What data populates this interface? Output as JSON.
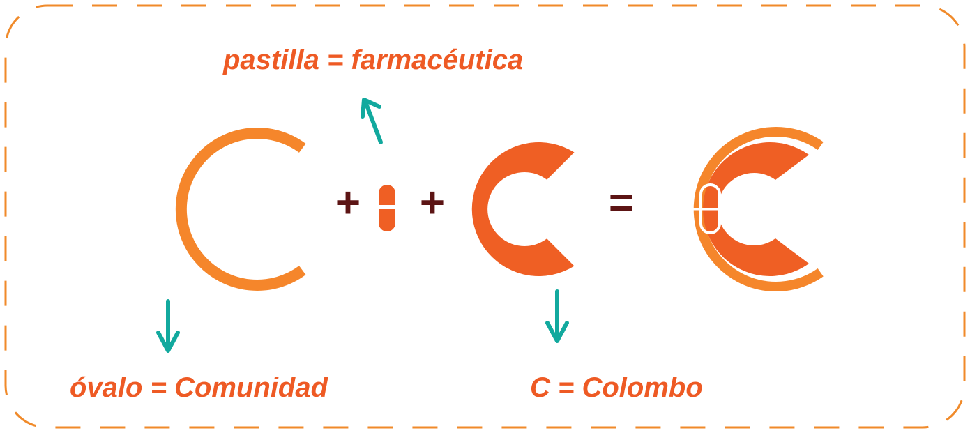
{
  "labels": {
    "pill": "pastilla = farmacéutica",
    "oval": "óvalo = Comunidad",
    "c": "C = Colombo"
  },
  "operators": {
    "plus": "+",
    "equals": "="
  },
  "colors": {
    "frame": "#f08a2a",
    "label_text": "#ee5a24",
    "ring": "#f5862b",
    "solid_c": "#ef5f24",
    "pill": "#ef5f24",
    "operator": "#5c1414",
    "arrow": "#12a99e"
  }
}
